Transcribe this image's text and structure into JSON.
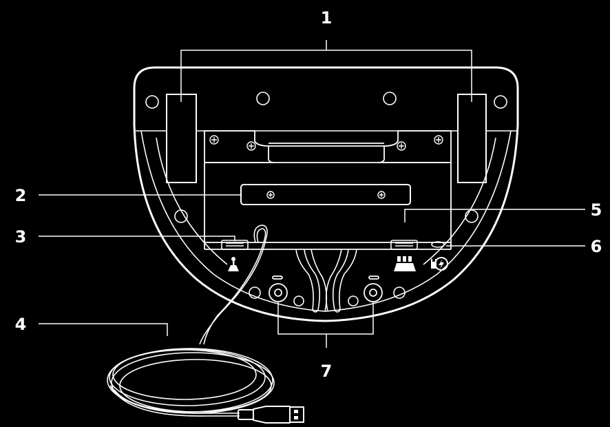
{
  "colors": {
    "background": "#000000",
    "line": "#ffffff"
  },
  "callouts": {
    "c1": "1",
    "c2": "2",
    "c3": "3",
    "c4": "4",
    "c5": "5",
    "c6": "6",
    "c7": "7"
  },
  "icons": {
    "shifter_port": "shifter-icon",
    "pedals_port": "pedals-icon",
    "power_port": "power-plug-icon",
    "usb_connector": "usb-plug-icon"
  }
}
